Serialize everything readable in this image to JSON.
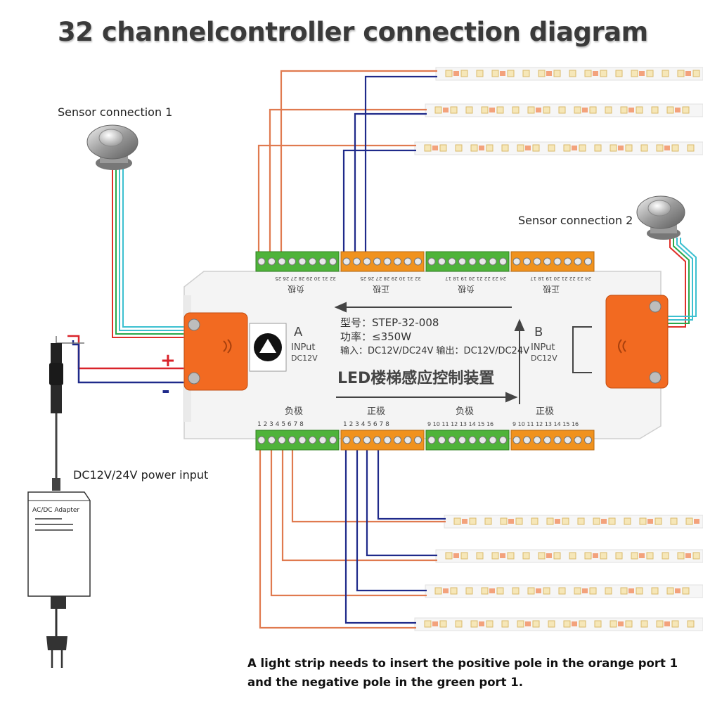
{
  "title": "32 channelcontroller connection diagram",
  "sensor1_label": "Sensor connection 1",
  "sensor2_label": "Sensor connection 2",
  "power_label": "DC12V/24V power input",
  "adapter_label": "AC/DC Adapter",
  "plus_sign": "+",
  "minus_sign": "-",
  "controller": {
    "model": "型号：STEP-32-008",
    "power": "功率：≤350W",
    "io": "输入：DC12V/DC24V  输出：DC12V/DC24V",
    "name": "LED楼梯感应控制装置",
    "input_a_letter": "A",
    "input_a_text": "INPut",
    "input_a_voltage": "DC12V",
    "input_b_letter": "B",
    "input_b_text": "INPut",
    "input_b_voltage": "DC12V",
    "top_groups": [
      {
        "label": "负极",
        "numbers": "32 31 30 29 28 27 26 25"
      },
      {
        "label": "正极",
        "numbers": "32 31 30 29 28 27 26 25"
      },
      {
        "label": "负极",
        "numbers": "24 23 22 21 20 19 18 17"
      },
      {
        "label": "正极",
        "numbers": "24 23 22 21 20 19 18 17"
      }
    ],
    "bottom_groups": [
      {
        "label": "负极",
        "numbers": "1 2 3 4 5 6 7 8"
      },
      {
        "label": "正极",
        "numbers": "1 2 3 4 5 6 7 8"
      },
      {
        "label": "负极",
        "numbers": "9 10 11 12 13 14 15 16"
      },
      {
        "label": "正极",
        "numbers": "9 10 11 12 13 14 15 16"
      }
    ]
  },
  "note_line1": "A light strip needs to insert the positive pole in the orange port 1",
  "note_line2": "and the negative pole in the green port 1.",
  "colors": {
    "positive_wire": "#e07a4f",
    "negative_wire": "#1f2a8a",
    "green_terminal": "#4fb33a",
    "orange_terminal": "#f0921e",
    "connector_orange": "#f26a21",
    "sensor_red": "#e0302a",
    "sensor_green": "#2aa84a",
    "sensor_cyan": "#3cc0d0"
  }
}
